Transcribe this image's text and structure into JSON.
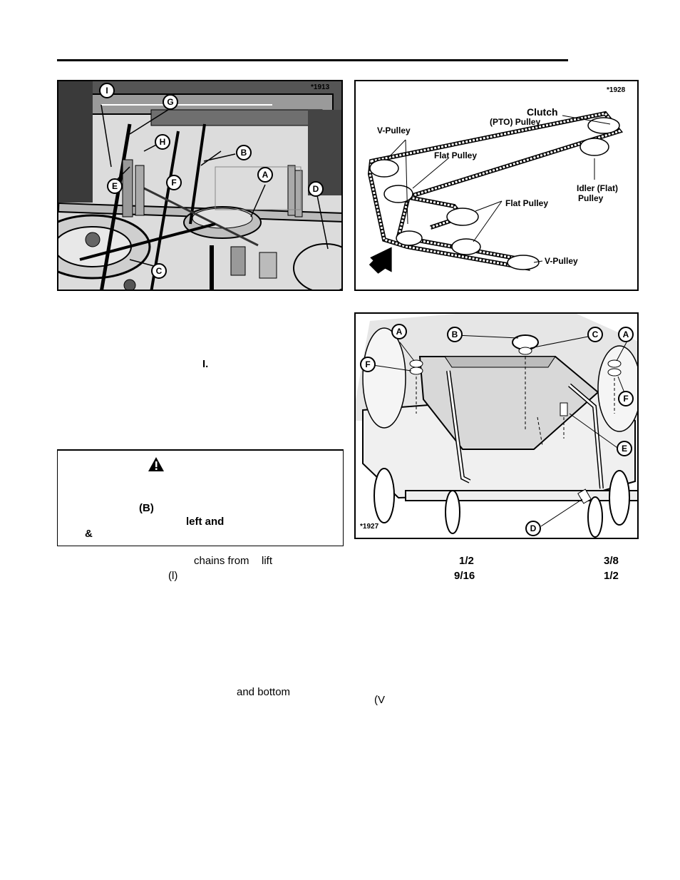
{
  "figures": {
    "fig1": {
      "number": "*1913",
      "callouts": [
        "I",
        "G",
        "H",
        "B",
        "E",
        "F",
        "A",
        "D",
        "C"
      ]
    },
    "fig2": {
      "number": "*1928",
      "labels": {
        "clutch": "Clutch",
        "pto": "(PTO) Pulley",
        "vpulley_top": "V-Pulley",
        "flat_pulley_1": "Flat Pulley",
        "idler_1": "Idler (Flat)",
        "idler_2": "Pulley",
        "flat_pulley_2": "Flat Pulley",
        "vpulley_bottom": "V-Pulley"
      }
    },
    "fig3": {
      "number": "*1927",
      "callouts": [
        "A",
        "B",
        "C",
        "A",
        "F",
        "F",
        "E",
        "D"
      ]
    }
  },
  "fragments": {
    "i_mark": "I.",
    "warn_b": "(B)",
    "warn_left": "left and",
    "warn_amp": "&",
    "chains": "chains from",
    "lift": "lift",
    "paren_l": "(l)",
    "f12a": "1/2",
    "f38": "3/8",
    "f916": "9/16",
    "f12b": "1/2",
    "and_bottom": "and bottom",
    "paren_v": "(V"
  }
}
